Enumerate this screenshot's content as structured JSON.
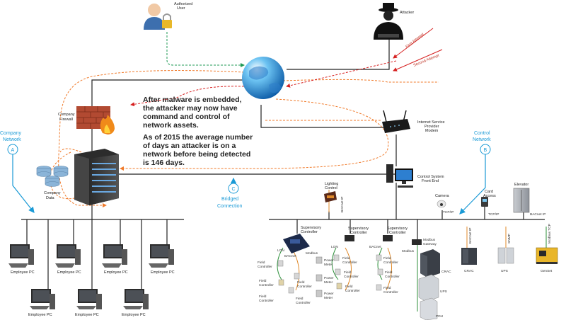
{
  "labels": {
    "authorized_user": [
      "Authorized",
      "User"
    ],
    "attacker": "Attacker",
    "first_attempt": "First Attempt",
    "second_attempt": "Second Attempt",
    "company_firewall": [
      "Company",
      "Firewall"
    ],
    "company_data": [
      "Company",
      "Data"
    ],
    "isp_modem": [
      "Internet Service",
      "Provider",
      "Modem"
    ],
    "control_frontend": [
      "Control System",
      "Front End"
    ],
    "company_network": [
      "Company",
      "Network"
    ],
    "control_network": [
      "Control",
      "Network"
    ],
    "bridged_connection": [
      "Bridged",
      "Connection"
    ],
    "badge_a": "A",
    "badge_b": "B",
    "badge_c": "C",
    "lighting_control": [
      "Lighting",
      "Control"
    ],
    "camera": "Camera",
    "card_access": [
      "Card",
      "Access"
    ],
    "elevator": "Elevator",
    "supervisory_controller": [
      "Supervisory",
      "Controller"
    ],
    "field_controller": [
      "Field",
      "Controller"
    ],
    "power_meter": [
      "Power",
      "Meter"
    ],
    "modbus_gateway": [
      "Modbus",
      "Gateway"
    ],
    "crac": "CRAC",
    "ups": "UPS",
    "pdu": "PDU",
    "genset": "GenSet",
    "employee_pc": "Employee PC",
    "tcpip": "TCP/IP",
    "bacnet_ip": "BACnet IP",
    "snmp": "SNMP",
    "modbus_tcp": "Modbus TCP",
    "lon": "LON",
    "bacnet": "BACnet",
    "modbus": "Modbus"
  },
  "message": {
    "p1": [
      "After malware is embedded,",
      "the attacker may now have",
      "command and control of",
      "network assets."
    ],
    "p2": [
      "As of 2015 the average number",
      "of days an attacker is on a",
      "network before being detected",
      "is 146 days."
    ]
  }
}
